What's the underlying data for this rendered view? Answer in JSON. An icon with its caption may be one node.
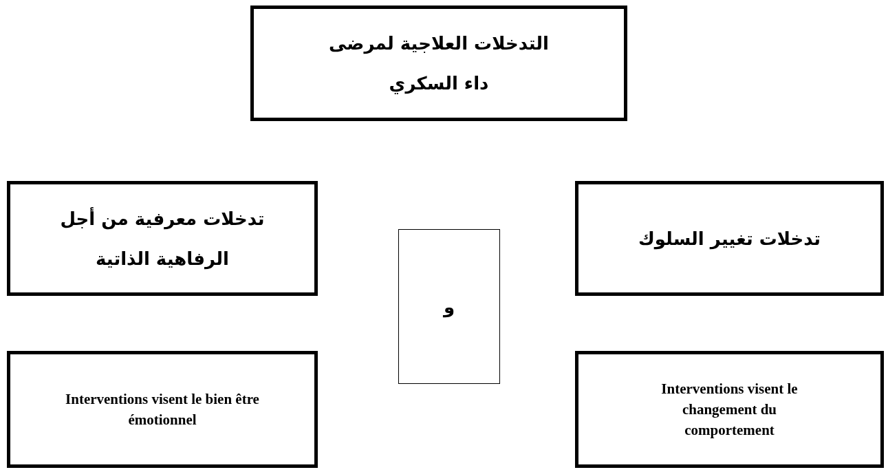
{
  "diagram": {
    "nodes": [
      {
        "text": [
          "التدخلات العلاجية لمرضى داء السكري"
        ]
      },
      {
        "text": [
          "تدخلات تغيير السلوك"
        ]
      },
      {
        "text": [
          "تدخلات معرفية من أجل الرفاهية الذاتية"
        ]
      },
      {
        "text": [
          "و"
        ]
      },
      {
        "text": [
          "Interventions visent le changement du comportement"
        ]
      },
      {
        "text": [
          "Interventions visent le bien être émotionnel"
        ]
      }
    ]
  }
}
